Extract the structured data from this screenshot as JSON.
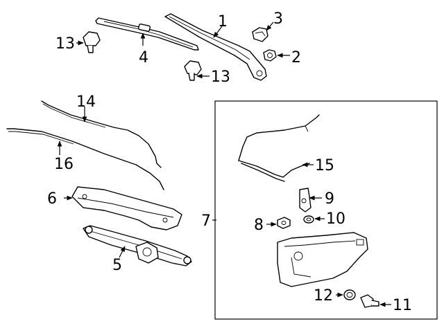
{
  "callouts": {
    "c1": "1",
    "c2": "2",
    "c3": "3",
    "c4": "4",
    "c5": "5",
    "c6": "6",
    "c7": "7",
    "c8": "8",
    "c9": "9",
    "c10": "10",
    "c11": "11",
    "c12": "12",
    "c13a": "13",
    "c13b": "13",
    "c14": "14",
    "c15": "15",
    "c16": "16"
  }
}
